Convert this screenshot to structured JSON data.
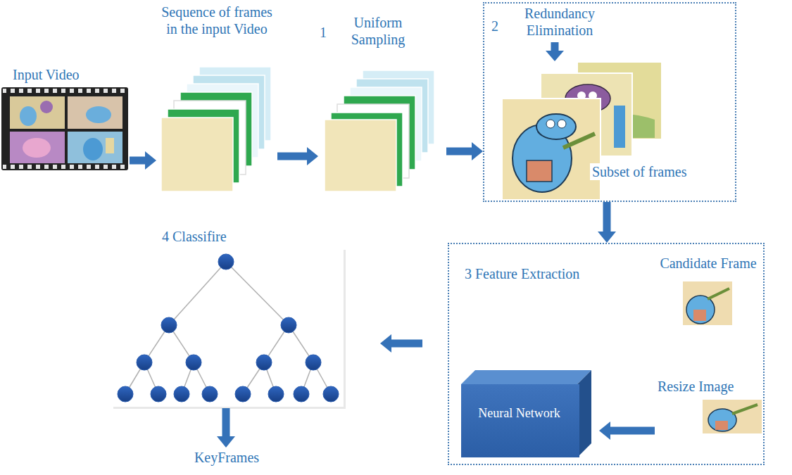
{
  "diagram": {
    "nodes": [
      {
        "text": [
          "Input Video"
        ]
      },
      {
        "text": [
          "Sequence of frames in the input Video"
        ]
      },
      {
        "text": [
          "1",
          "Uniform Sampling"
        ]
      },
      {
        "text": [
          "2",
          "Redundancy Elimination"
        ]
      },
      {
        "text": [
          "Subset of frames"
        ],
        "in": 3
      },
      {
        "text": [
          "3 Feature Extraction"
        ]
      },
      {
        "text": [
          "Candidate Frame"
        ],
        "in": 5
      },
      {
        "text": [
          "Resize Image"
        ],
        "in": 5
      },
      {
        "text": [
          "Neural Network"
        ],
        "in": 5
      },
      {
        "text": [
          "4 Classifire"
        ]
      },
      {
        "text": [
          "KeyFrames"
        ]
      }
    ],
    "edges": [
      {
        "from": 0,
        "to": 1,
        "arrow": "to"
      },
      {
        "from": 1,
        "to": 2,
        "arrow": "to"
      },
      {
        "from": 2,
        "to": 3,
        "arrow": "to"
      },
      {
        "from": 3,
        "to": 5,
        "arrow": "to"
      },
      {
        "from": 7,
        "to": 8,
        "arrow": "to"
      },
      {
        "from": 5,
        "to": 9,
        "arrow": "to"
      },
      {
        "from": 9,
        "to": 10,
        "arrow": "to"
      }
    ]
  }
}
